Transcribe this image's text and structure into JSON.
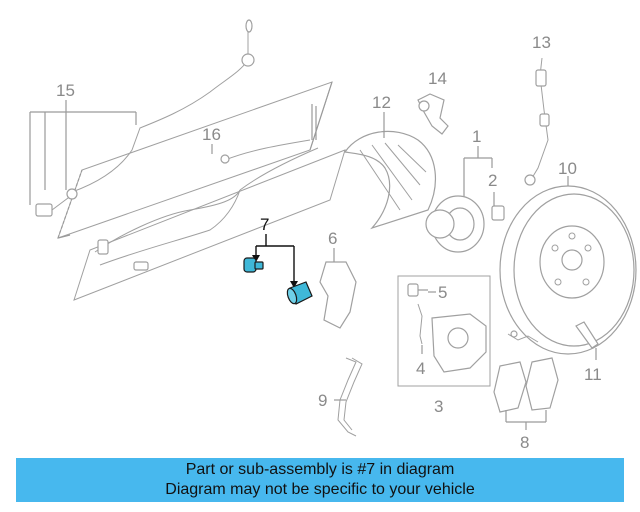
{
  "callouts": {
    "n1": "1",
    "n2": "2",
    "n3": "3",
    "n4": "4",
    "n5": "5",
    "n6": "6",
    "n7": "7",
    "n8": "8",
    "n9": "9",
    "n10": "10",
    "n11": "11",
    "n12": "12",
    "n13": "13",
    "n14": "14",
    "n15": "15",
    "n16": "16"
  },
  "highlighted_part": "7",
  "colors": {
    "banner": "#47b8ee",
    "highlight_part": "#3fb8d8",
    "line_art": "#a0a0a0"
  },
  "banner": {
    "line1": "Part or sub-assembly is #7 in diagram",
    "line2": "Diagram may not be specific to your vehicle"
  }
}
